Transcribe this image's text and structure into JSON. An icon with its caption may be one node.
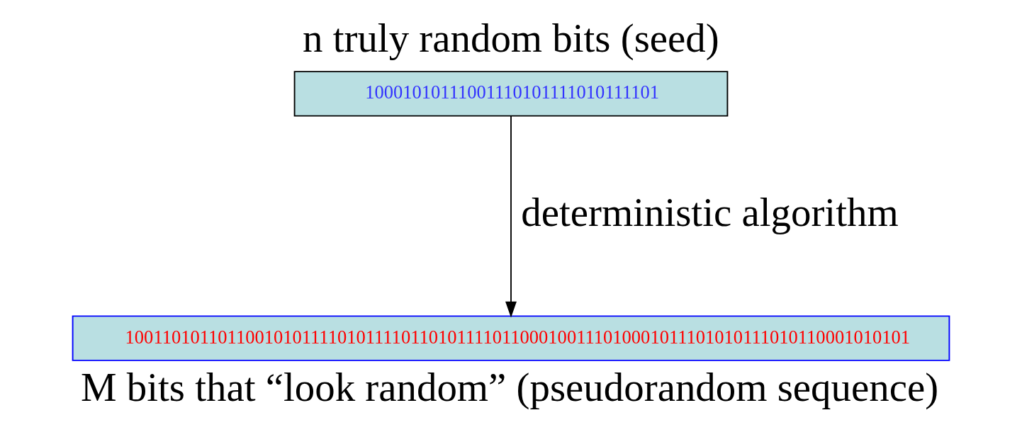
{
  "diagram": {
    "nodes": [
      {
        "text": [
          "n truly random bits (seed)",
          "10001010111001110101111010111101"
        ]
      },
      {
        "text": [
          "1001101011011001010111101011110110101111011000100111010001011101010111010110001010101",
          "M bits that “look random” (pseudorandom sequence)"
        ]
      }
    ],
    "edges": [
      {
        "from": 0,
        "to": 1,
        "arrow": "to",
        "label": "deterministic algorithm"
      }
    ]
  }
}
